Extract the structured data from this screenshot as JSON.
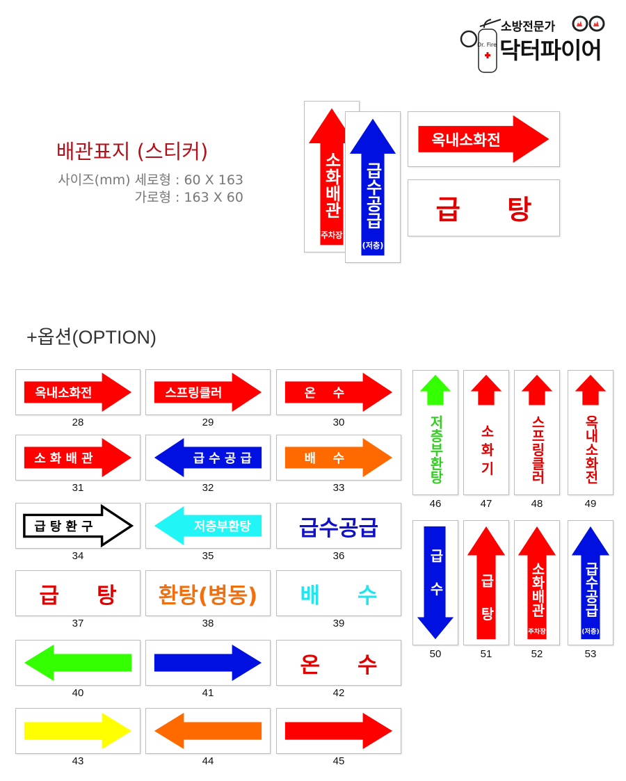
{
  "logo": {
    "tagline": "소방전문가",
    "name": "닥터파이어",
    "mark": "Dr. Fire"
  },
  "product": {
    "title": "배관표지 (스티커)",
    "size_line1": "사이즈(mm) 세로형 : 60 X 163",
    "size_line2": "가로형 : 163 X 60"
  },
  "hero": [
    {
      "orient": "v",
      "arrow": "up-big",
      "color": "#ff0000",
      "text": "소화배관",
      "sub": "(주차장)"
    },
    {
      "orient": "v",
      "arrow": "up-big",
      "color": "#0010e0",
      "text": "급수공급",
      "sub": "(저층)"
    },
    {
      "orient": "h",
      "arrow": "right",
      "color": "#ff0000",
      "text": "옥내소화전",
      "textColor": "#ffffff"
    },
    {
      "orient": "h",
      "arrow": "none",
      "color": "#e00000",
      "text": "급     탕",
      "textColor": "#e00000"
    }
  ],
  "options_title": "+옵션(OPTION)",
  "horizontal": [
    {
      "num": "28",
      "arrow": "right",
      "color": "#ff0000",
      "text": "옥내소화전",
      "textColor": "#ffffff"
    },
    {
      "num": "29",
      "arrow": "right",
      "color": "#ff0000",
      "text": "스프링클러",
      "textColor": "#ffffff"
    },
    {
      "num": "30",
      "arrow": "right",
      "color": "#ff0000",
      "text": "온    수",
      "textColor": "#ffffff"
    },
    {
      "num": "31",
      "arrow": "right",
      "color": "#ff0000",
      "text": "소 화 배 관",
      "textColor": "#ffffff"
    },
    {
      "num": "32",
      "arrow": "left",
      "color": "#0010e0",
      "text": "급 수 공 급",
      "textColor": "#ffffff"
    },
    {
      "num": "33",
      "arrow": "right",
      "color": "#ff6a00",
      "text": "배    수",
      "textColor": "#ffffff"
    },
    {
      "num": "34",
      "arrow": "right-outline",
      "color": "#000000",
      "text": "급 탕 환 구",
      "textColor": "#000000"
    },
    {
      "num": "35",
      "arrow": "left",
      "color": "#22f5f5",
      "text": "저층부환탕",
      "textColor": "#ffffff"
    },
    {
      "num": "36",
      "arrow": "none",
      "color": "#1010c8",
      "text": "급수공급",
      "textColor": "#1010c8"
    },
    {
      "num": "37",
      "arrow": "none",
      "color": "#e00000",
      "text": "급     탕",
      "textColor": "#e00000"
    },
    {
      "num": "38",
      "arrow": "none",
      "color": "#ff6a00",
      "text": "환탕(병동)",
      "textColor": "#f07010"
    },
    {
      "num": "39",
      "arrow": "none",
      "color": "#22eeee",
      "text": "배     수",
      "textColor": "#22e5f0"
    },
    {
      "num": "40",
      "arrow": "left-plain",
      "color": "#33ff00",
      "text": ""
    },
    {
      "num": "41",
      "arrow": "right-plain",
      "color": "#0010e0",
      "text": ""
    },
    {
      "num": "42",
      "arrow": "none",
      "color": "#e00000",
      "text": "온     수",
      "textColor": "#e00000"
    },
    {
      "num": "43",
      "arrow": "right-plain",
      "color": "#ffff00",
      "text": ""
    },
    {
      "num": "44",
      "arrow": "left-plain",
      "color": "#ff6a00",
      "text": ""
    },
    {
      "num": "45",
      "arrow": "right-plain",
      "color": "#ff0000",
      "text": ""
    }
  ],
  "vertical": [
    {
      "num": "46",
      "arrow": "up-small",
      "color": "#33ff00",
      "text": "저층부환탕",
      "textColor": "#33cc22"
    },
    {
      "num": "47",
      "arrow": "up-small",
      "color": "#ff0000",
      "text": "소 화 기",
      "textColor": "#e00000"
    },
    {
      "num": "48",
      "arrow": "up-small",
      "color": "#ff0000",
      "text": "스프링클러",
      "textColor": "#e00000"
    },
    {
      "num": "49",
      "arrow": "up-small",
      "color": "#ff0000",
      "text": "옥내소화전",
      "textColor": "#e00000"
    },
    {
      "num": "50",
      "arrow": "down",
      "color": "#0010e0",
      "text": "급    수",
      "textColor": "#ffffff"
    },
    {
      "num": "51",
      "arrow": "up-big",
      "color": "#ff0000",
      "text": "급    탕",
      "textColor": "#ffffff"
    },
    {
      "num": "52",
      "arrow": "up-big",
      "color": "#ff0000",
      "text": "소화배관",
      "sub": "(주차장)",
      "textColor": "#ffffff"
    },
    {
      "num": "53",
      "arrow": "up-big",
      "color": "#0010e0",
      "text": "급수공급",
      "sub": "(저층)",
      "textColor": "#ffffff"
    }
  ]
}
